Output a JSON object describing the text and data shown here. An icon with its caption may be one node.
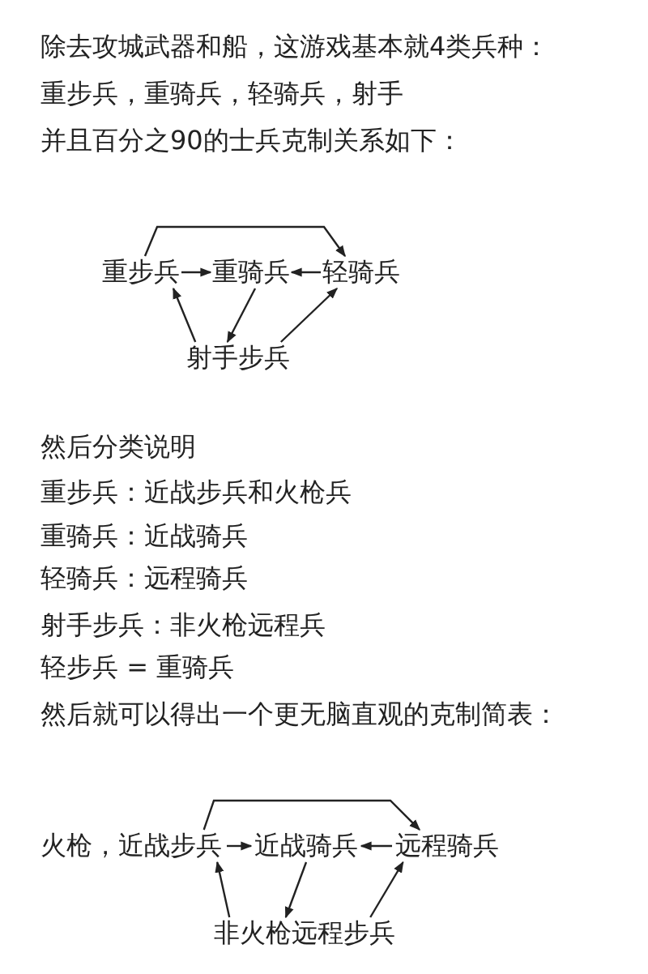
{
  "diagram": {
    "nodes": [
      {
        "text": [
          "重步兵"
        ]
      },
      {
        "text": [
          "重骑兵"
        ]
      },
      {
        "text": [
          "轻骑兵"
        ]
      },
      {
        "text": [
          "射手步兵"
        ]
      },
      {
        "text": [
          "火枪，近战步兵"
        ]
      },
      {
        "text": [
          "近战骑兵"
        ]
      },
      {
        "text": [
          "远程骑兵"
        ]
      },
      {
        "text": [
          "非火枪远程步兵"
        ]
      }
    ],
    "edges": [
      {
        "from": 0,
        "to": 1,
        "arrow": "to"
      },
      {
        "from": 2,
        "to": 1,
        "arrow": "to"
      },
      {
        "from": 0,
        "to": 2,
        "arrow": "to"
      },
      {
        "from": 3,
        "to": 0,
        "arrow": "to"
      },
      {
        "from": 1,
        "to": 3,
        "arrow": "to"
      },
      {
        "from": 3,
        "to": 2,
        "arrow": "to"
      },
      {
        "from": 4,
        "to": 5,
        "arrow": "to"
      },
      {
        "from": 6,
        "to": 5,
        "arrow": "to"
      },
      {
        "from": 4,
        "to": 6,
        "arrow": "to"
      },
      {
        "from": 7,
        "to": 4,
        "arrow": "to"
      },
      {
        "from": 5,
        "to": 7,
        "arrow": "to"
      },
      {
        "from": 7,
        "to": 6,
        "arrow": "to"
      }
    ],
    "labels": [
      "除去攻城武器和船，这游戏基本就4类兵种：",
      "重步兵，重骑兵，轻骑兵，射手",
      "并且百分之90的士兵克制关系如下：",
      "然后分类说明",
      "重步兵：近战步兵和火枪兵",
      "重骑兵：近战骑兵",
      "轻骑兵：远程骑兵",
      "射手步兵：非火枪远程兵",
      "轻步兵 = 重骑兵",
      "然后就可以得出一个更无脑直观的克制简表："
    ]
  }
}
